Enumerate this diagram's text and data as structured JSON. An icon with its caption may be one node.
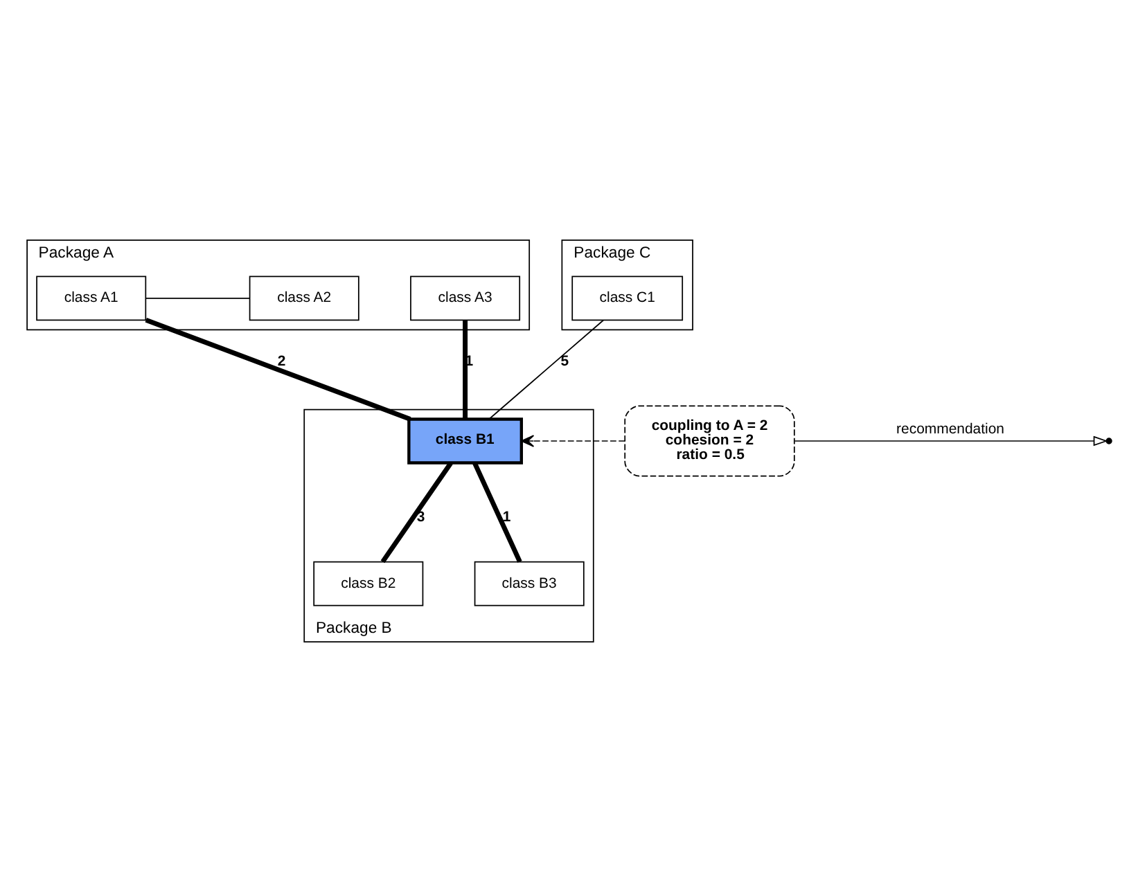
{
  "diagram": {
    "nodes": [
      {
        "text": [
          "Package A"
        ]
      },
      {
        "text": [
          "class A1"
        ],
        "in": 0
      },
      {
        "text": [
          "class A2"
        ],
        "in": 0
      },
      {
        "text": [
          "class A3"
        ],
        "in": 0
      },
      {
        "text": [
          "Package C"
        ]
      },
      {
        "text": [
          "class C1"
        ],
        "in": 4
      },
      {
        "text": [
          "Package B"
        ]
      },
      {
        "text": [
          "class B1"
        ],
        "in": 6
      },
      {
        "text": [
          "class B2"
        ],
        "in": 6
      },
      {
        "text": [
          "class B3"
        ],
        "in": 6
      },
      {
        "text": [
          "coupling to A = 2",
          "cohesion = 2",
          "ratio = 0.5"
        ]
      }
    ],
    "edges": [
      {
        "from": 1,
        "to": 2,
        "arrow": "none"
      },
      {
        "from": 1,
        "to": 7,
        "arrow": "none",
        "label": "2",
        "style": "thick"
      },
      {
        "from": 3,
        "to": 7,
        "arrow": "none",
        "label": "1",
        "style": "thick"
      },
      {
        "from": 5,
        "to": 7,
        "arrow": "none",
        "label": "5"
      },
      {
        "from": 7,
        "to": 8,
        "arrow": "none",
        "label": "3",
        "style": "thick"
      },
      {
        "from": 7,
        "to": 9,
        "arrow": "none",
        "label": "1",
        "style": "thick"
      },
      {
        "from": 10,
        "to": 7,
        "arrow": "to",
        "style": "dashed"
      },
      {
        "from": 10,
        "to": null,
        "arrow": "to",
        "label": "recommendation"
      }
    ]
  }
}
